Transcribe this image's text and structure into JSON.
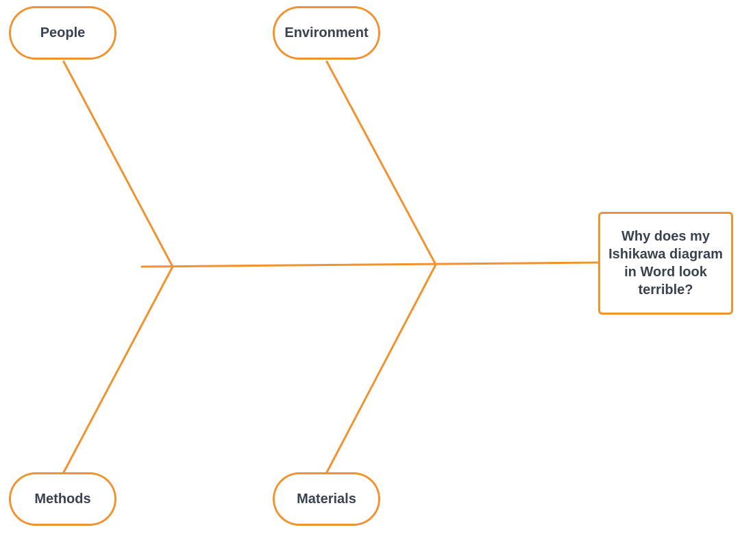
{
  "diagram": {
    "type": "ishikawa",
    "line_color": "#f0922e",
    "text_color": "#3a4250",
    "effect": {
      "label": "Why does my Ishikawa diagram in Word look terrible?"
    },
    "causes": {
      "top": [
        {
          "label": "People"
        },
        {
          "label": "Environment"
        }
      ],
      "bottom": [
        {
          "label": "Methods"
        },
        {
          "label": "Materials"
        }
      ]
    }
  }
}
